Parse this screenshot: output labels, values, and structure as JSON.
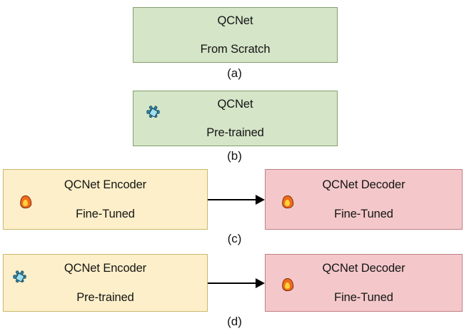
{
  "figure": {
    "background": "#ffffff",
    "colors": {
      "green_fill": "#d5e5c8",
      "green_border": "#82a06a",
      "yellow_fill": "#fdefc9",
      "yellow_border": "#c9b96b",
      "pink_fill": "#f4c8ca",
      "pink_border": "#c07f84",
      "arrow": "#000000",
      "text": "#141414"
    }
  },
  "panels": [
    {
      "caption": "(a)",
      "boxes": [
        {
          "id": "a-qcnet-from-scratch",
          "style": "green",
          "line1": "QCNet",
          "line2": "From Scratch",
          "icon": "none"
        }
      ],
      "arrow": false
    },
    {
      "caption": "(b)",
      "boxes": [
        {
          "id": "b-qcnet-pretrained",
          "style": "green",
          "line1": "QCNet",
          "line2": "Pre-trained",
          "icon": "snowflake-icon"
        }
      ],
      "arrow": false
    },
    {
      "caption": "(c)",
      "boxes": [
        {
          "id": "c-encoder-finetuned",
          "style": "yellow",
          "line1": "QCNet Encoder",
          "line2": "Fine-Tuned",
          "icon": "flame-icon"
        },
        {
          "id": "c-decoder-finetuned",
          "style": "pink",
          "line1": "QCNet Decoder",
          "line2": "Fine-Tuned",
          "icon": "flame-icon"
        }
      ],
      "arrow": true
    },
    {
      "caption": "(d)",
      "boxes": [
        {
          "id": "d-encoder-pretrained",
          "style": "yellow",
          "line1": "QCNet Encoder",
          "line2": "Pre-trained",
          "icon": "snowflake-icon"
        },
        {
          "id": "d-decoder-finetuned",
          "style": "pink",
          "line1": "QCNet Decoder",
          "line2": "Fine-Tuned",
          "icon": "flame-icon"
        }
      ],
      "arrow": true
    }
  ]
}
